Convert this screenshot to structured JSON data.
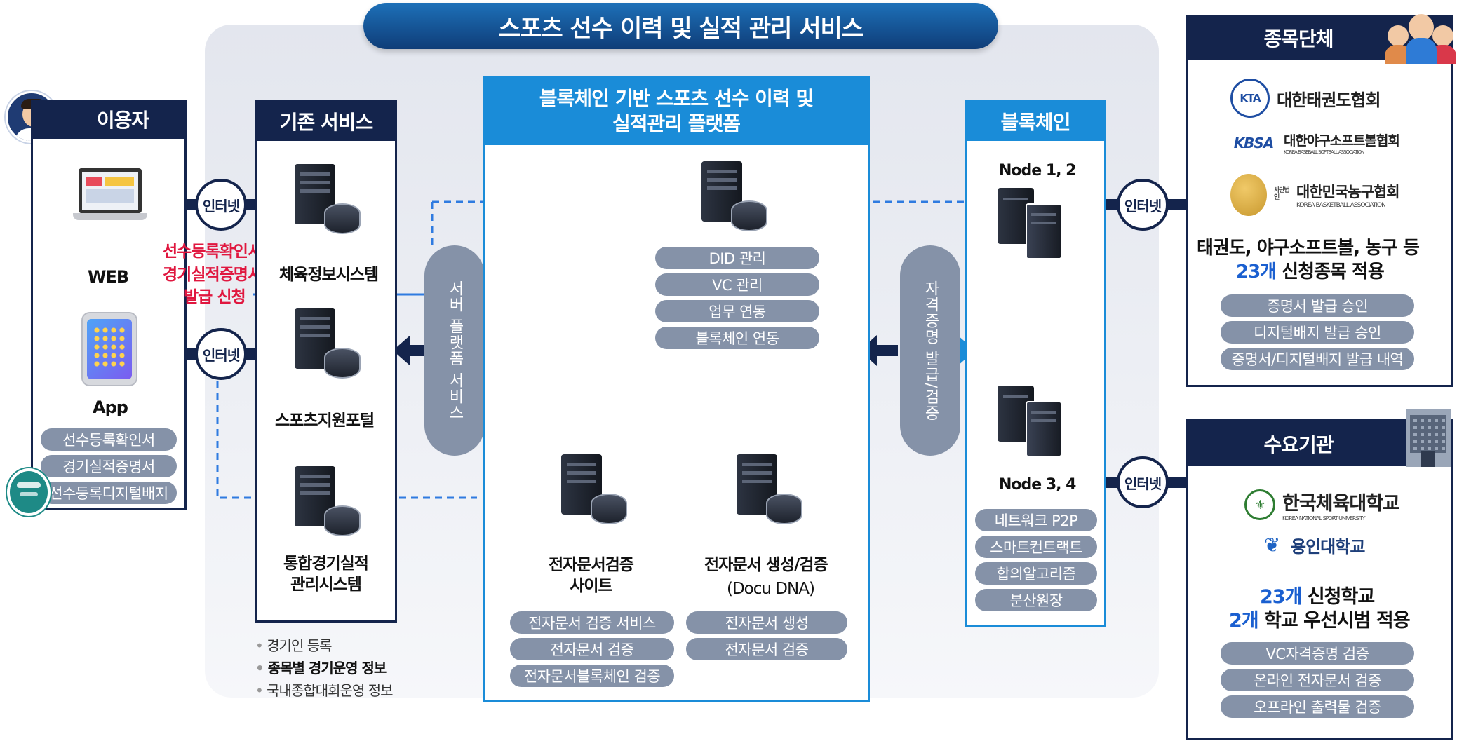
{
  "title": "스포츠 선수 이력 및 실적 관리 서비스",
  "user": {
    "header": "이용자",
    "web_label": "WEB",
    "app_label": "App",
    "items": [
      "선수등록확인서",
      "경기실적증명서",
      "선수등록디지털배지"
    ]
  },
  "internet": [
    "인터넷",
    "인터넷",
    "인터넷",
    "인터넷"
  ],
  "request_text": [
    "선수등록확인서",
    "경기실적증명서",
    "발급 신청"
  ],
  "existing": {
    "header": "기존 서비스",
    "systems": [
      "체육정보시스템",
      "스포츠지원포털",
      "통합경기실적\n관리시스템"
    ],
    "bullets": [
      "경기인 등록",
      "종목별 경기운영 정보",
      "국내종합대회운영 정보"
    ]
  },
  "server_platform_service": "서버 플랫폼 서비스",
  "platform": {
    "header": "블록체인 기반 스포츠 선수 이력 및\n실적관리 플랫폼",
    "top_items": [
      "DID 관리",
      "VC 관리",
      "업무 연동",
      "블록체인 연동"
    ],
    "verify_site": {
      "label": "전자문서검증\n사이트",
      "items": [
        "전자문서 검증 서비스",
        "전자문서 검증",
        "전자문서블록체인 검증"
      ]
    },
    "docu": {
      "label": "전자문서 생성/검증",
      "sublabel": "(Docu DNA)",
      "items": [
        "전자문서 생성",
        "전자문서 검증"
      ]
    }
  },
  "credential_pill": "자격증명 발급/검증",
  "blockchain": {
    "header": "블록체인",
    "node12": "Node 1, 2",
    "node34": "Node 3, 4",
    "items": [
      "네트워크 P2P",
      "스마트컨트랙트",
      "합의알고리즘",
      "분산원장"
    ]
  },
  "sports_org": {
    "header": "종목단체",
    "orgs": [
      {
        "mark": "KTA",
        "name": "대한태권도협회"
      },
      {
        "mark": "KBSA",
        "name": "대한야구소프트볼협회",
        "sub": "KOREA BASEBALL SOFTBALL ASSOCIATION"
      },
      {
        "mark": "사단법인",
        "name": "대한민국농구협회",
        "sub": "KOREA BASKETBALL ASSOCIATION"
      }
    ],
    "summary1": "태권도, 야구소프트볼, 농구 등",
    "summary2_num": "23개",
    "summary2_rest": " 신청종목 적용",
    "items": [
      "증명서 발급 승인",
      "디지털배지 발급 승인",
      "증명서/디지털배지 발급 내역"
    ]
  },
  "demand_org": {
    "header": "수요기관",
    "orgs": [
      {
        "name": "한국체육대학교",
        "sub": "KOREA NATIONAL SPORT UNIVERSITY"
      },
      {
        "name": "용인대학교"
      }
    ],
    "line1_num": "23개",
    "line1_rest": " 신청학교",
    "line2_num": "2개",
    "line2_rest": " 학교 우선시범 적용",
    "items": [
      "VC자격증명 검증",
      "온라인 전자문서 검증",
      "오프라인 출력물 검증"
    ]
  },
  "colors": {
    "navy": "#14244c",
    "blue": "#1a8cd8",
    "pill": "#8592a8",
    "red": "#e0173f"
  }
}
